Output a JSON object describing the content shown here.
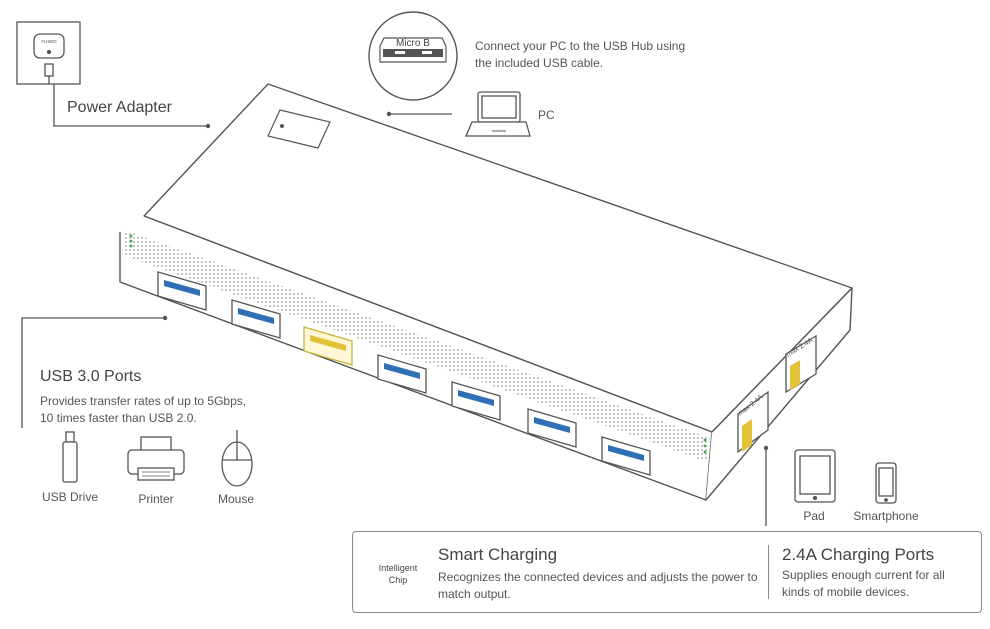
{
  "power": {
    "label": "Power Adapter",
    "plug_text": "FUSED"
  },
  "micro_b": {
    "label": "Micro B"
  },
  "pc": {
    "connect_text_line1": "Connect your PC to the USB Hub  using",
    "connect_text_line2": "the included USB cable.",
    "label": "PC"
  },
  "usb30": {
    "title": "USB 3.0 Ports",
    "desc_line1": "Provides transfer rates of up to 5Gbps,",
    "desc_line2": "10 times faster than USB 2.0.",
    "devices": [
      "USB Drive",
      "Printer",
      "Mouse"
    ]
  },
  "mobile": {
    "devices": [
      "Pad",
      "Smartphone"
    ]
  },
  "charge_port_text": "max 2.4A",
  "smart_charging": {
    "chip_line1": "Intelligent",
    "chip_line2": "Chip",
    "title": "Smart Charging",
    "desc_line1": "Recognizes the connected devices and adjusts the power to",
    "desc_line2": "match output."
  },
  "charging_ports": {
    "title": "2.4A Charging Ports",
    "desc_line1": "Supplies enough current for all",
    "desc_line2": "kinds of mobile devices."
  },
  "colors": {
    "line": "#555555",
    "blue": "#2f6fb5",
    "yellow": "#e3c23a",
    "green": "#3aa64a"
  }
}
